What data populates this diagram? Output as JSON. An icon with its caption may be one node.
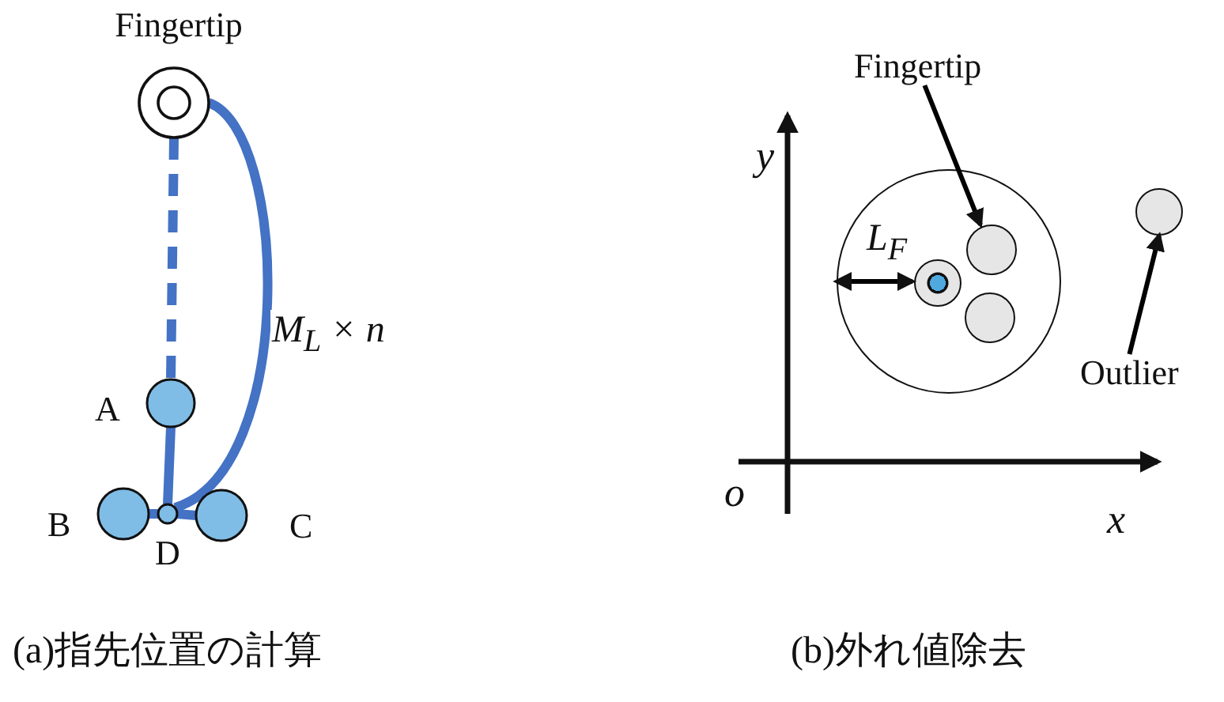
{
  "diagram": {
    "nodes": [
      {
        "text": [
          "Fingertip"
        ]
      },
      {
        "text": [
          "A"
        ]
      },
      {
        "text": [
          "B"
        ]
      },
      {
        "text": [
          "C"
        ]
      },
      {
        "text": [
          "D"
        ]
      },
      {
        "text": [],
        "shape": "circle"
      },
      {
        "text": [],
        "shape": "circle",
        "in": 5
      },
      {
        "text": [],
        "shape": "circle",
        "in": 5
      },
      {
        "text": [],
        "shape": "circle",
        "in": 5
      },
      {
        "text": [],
        "shape": "circle"
      },
      {
        "text": [
          "Fingertip"
        ]
      },
      {
        "text": [
          "Outlier"
        ]
      }
    ],
    "edges": [
      {
        "from": 0,
        "to": 1,
        "arrow": "none",
        "style": "dashed"
      },
      {
        "from": 1,
        "to": 4,
        "arrow": "none"
      },
      {
        "from": 2,
        "to": 4,
        "arrow": "none"
      },
      {
        "from": 4,
        "to": 3,
        "arrow": "none"
      },
      {
        "from": 0,
        "to": 4,
        "arrow": "none",
        "label": "M$_{L}$ × n"
      },
      {
        "from": 6,
        "to": 5,
        "arrow": "both",
        "label": "L$_{F}$",
        "color": "#000000"
      },
      {
        "from": 10,
        "to": 7,
        "arrow": "to",
        "color": "#000000"
      },
      {
        "from": 11,
        "to": 9,
        "arrow": "to",
        "color": "#000000"
      }
    ],
    "labels": [
      "y",
      "o",
      "x",
      "(a)指先位置の計算",
      "(b)外れ値除去"
    ]
  }
}
